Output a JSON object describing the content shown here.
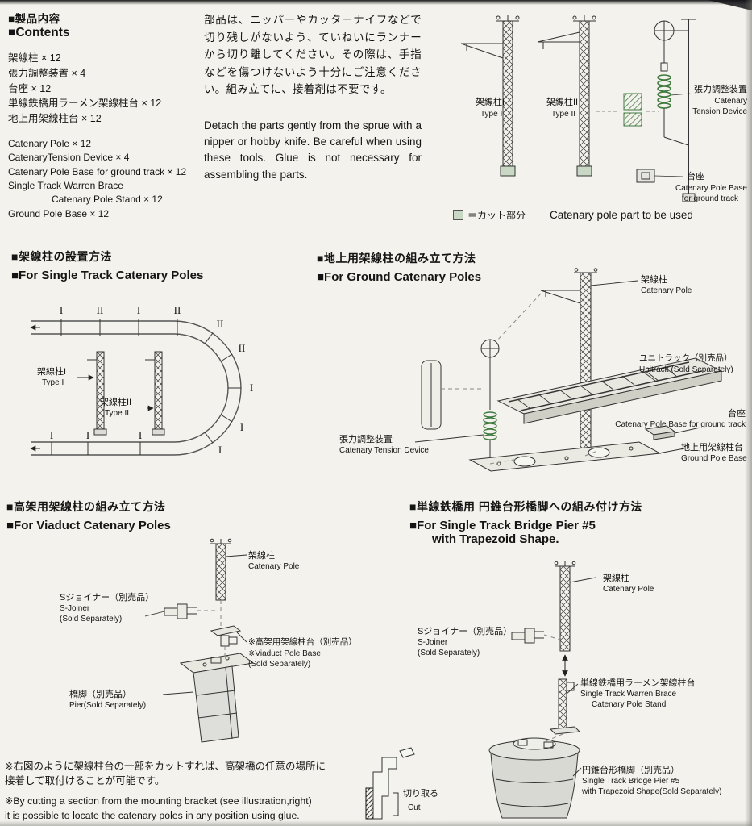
{
  "contents": {
    "title_jp": "■製品内容",
    "title_en": "■Contents",
    "items_jp": [
      "架線柱 × 12",
      "張力調整装置 × 4",
      "台座 × 12",
      "単線鉄橋用ラーメン架線柱台 × 12",
      "地上用架線柱台 × 12"
    ],
    "items_en": [
      "Catenary Pole × 12",
      "CatenaryTension Device × 4",
      "Catenary Pole Base for ground track × 12",
      "Single Track Warren Brace",
      "Catenary Pole Stand × 12",
      "Ground Pole Base × 12"
    ]
  },
  "intro": {
    "jp": "部品は、ニッパーやカッターナイフなどで切り残しがないよう、ていねいにランナーから切り離してください。その際は、手指などを傷つけないよう十分にご注意ください。組み立てに、接着剤は不要です。",
    "en": "Detach the parts gently from the sprue with a nipper or hobby knife. Be careful when using these tools. Glue is not necessary for assembling the parts."
  },
  "parts": {
    "pole1_jp": "架線柱I",
    "pole1_en": "Type I",
    "pole2_jp": "架線柱II",
    "pole2_en": "Type II",
    "tension_jp": "張力調整装置",
    "tension_en1": "Catenary",
    "tension_en2": "Tension Device",
    "base_jp": "台座",
    "base_en1": "Catenary Pole Base",
    "base_en2": "for ground track",
    "legend_jp": "＝カット部分",
    "legend_en": "Catenary pole part to be used"
  },
  "single_track": {
    "title_jp": "■架線柱の設置方法",
    "title_en": "■For Single Track Catenary Poles",
    "pole1_jp": "架線柱I",
    "pole1_en": "Type I",
    "pole2_jp": "架線柱II",
    "pole2_en": "Type II",
    "markers": [
      "I",
      "II",
      "I",
      "II",
      "II",
      "II",
      "I",
      "I",
      "I",
      "I",
      "I",
      "I"
    ]
  },
  "ground": {
    "title_jp": "■地上用架線柱の組み立て方法",
    "title_en": "■For Ground Catenary Poles",
    "pole_jp": "架線柱",
    "pole_en": "Catenary Pole",
    "unitrack_jp": "ユニトラック（別売品）",
    "unitrack_en": "Unitrack (Sold Separately)",
    "tension_jp": "張力調整装置",
    "tension_en": "Catenary Tension Device",
    "base_jp": "台座",
    "base_en": "Catenary Pole Base for ground track",
    "ground_base_jp": "地上用架線柱台",
    "ground_base_en": "Ground Pole Base"
  },
  "viaduct": {
    "title_jp": "■高架用架線柱の組み立て方法",
    "title_en": "■For Viaduct Catenary Poles",
    "pole_jp": "架線柱",
    "pole_en": "Catenary Pole",
    "sjoiner_jp": "Sジョイナー（別売品）",
    "sjoiner_en1": "S-Joiner",
    "sjoiner_en2": "(Sold Separately)",
    "base_jp": "※高架用架線柱台（別売品）",
    "base_en1": "※Viaduct Pole Base",
    "base_en2": "(Sold Separately)",
    "pier_jp": "橋脚（別売品）",
    "pier_en": "Pier(Sold Separately)"
  },
  "bridge": {
    "title_jp": "■単線鉄橋用 円錐台形橋脚への組み付け方法",
    "title_en1": "■For Single Track Bridge Pier #5",
    "title_en2": "with Trapezoid Shape.",
    "pole_jp": "架線柱",
    "pole_en": "Catenary Pole",
    "sjoiner_jp": "Sジョイナー（別売品）",
    "sjoiner_en1": "S-Joiner",
    "sjoiner_en2": "(Sold Separately)",
    "stand_jp": "単線鉄橋用ラーメン架線柱台",
    "stand_en1": "Single Track Warren Brace",
    "stand_en2": "Catenary Pole Stand",
    "pier_jp": "円錐台形橋脚（別売品）",
    "pier_en1": "Single Track Bridge Pier #5",
    "pier_en2": "with Trapezoid Shape(Sold Separately)"
  },
  "footnote": {
    "jp1": "※右図のように架線柱台の一部をカットすれば、高架橋の任意の場所に",
    "jp2": "接着して取付けることが可能です。",
    "en1": "※By cutting a section from the mounting bracket  (see illustration,right)",
    "en2": "it is possible to locate the catenary poles in any   position using glue.",
    "cut_jp": "切り取る",
    "cut_en": "Cut"
  },
  "colors": {
    "cut_part_green": "#c9d8c4",
    "spring_green": "#3f7a3f",
    "paper": "#f3f2ec"
  }
}
